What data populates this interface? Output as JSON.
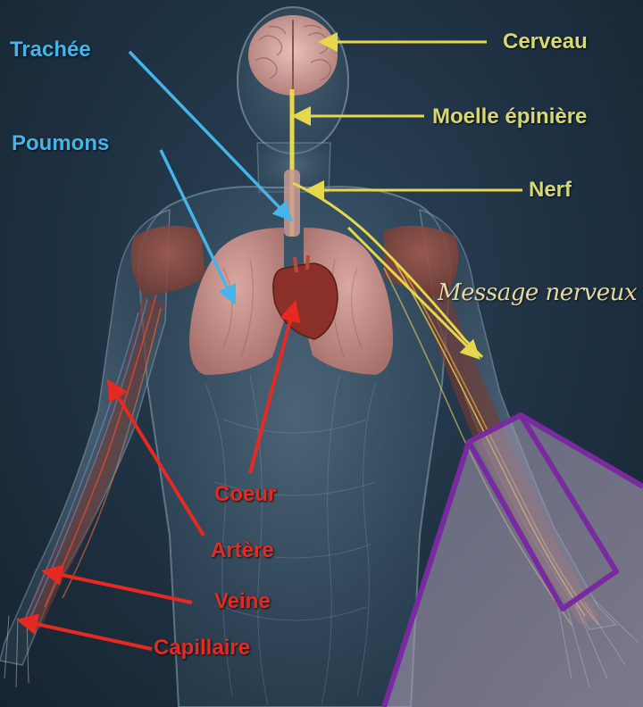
{
  "colors": {
    "yellow": "#e6d84a",
    "yellow_text": "#d8d870",
    "blue": "#46b4e8",
    "red": "#e62a22",
    "purple": "#7a2aa0",
    "script": "#e8d8a0"
  },
  "labels": {
    "cerveau": "Cerveau",
    "moelle": "Moelle épinière",
    "nerf": "Nerf",
    "message": "Message nerveux",
    "trachee": "Trachée",
    "poumons": "Poumons",
    "coeur": "Coeur",
    "artere": "Artère",
    "veine": "Veine",
    "capillaire": "Capillaire"
  }
}
